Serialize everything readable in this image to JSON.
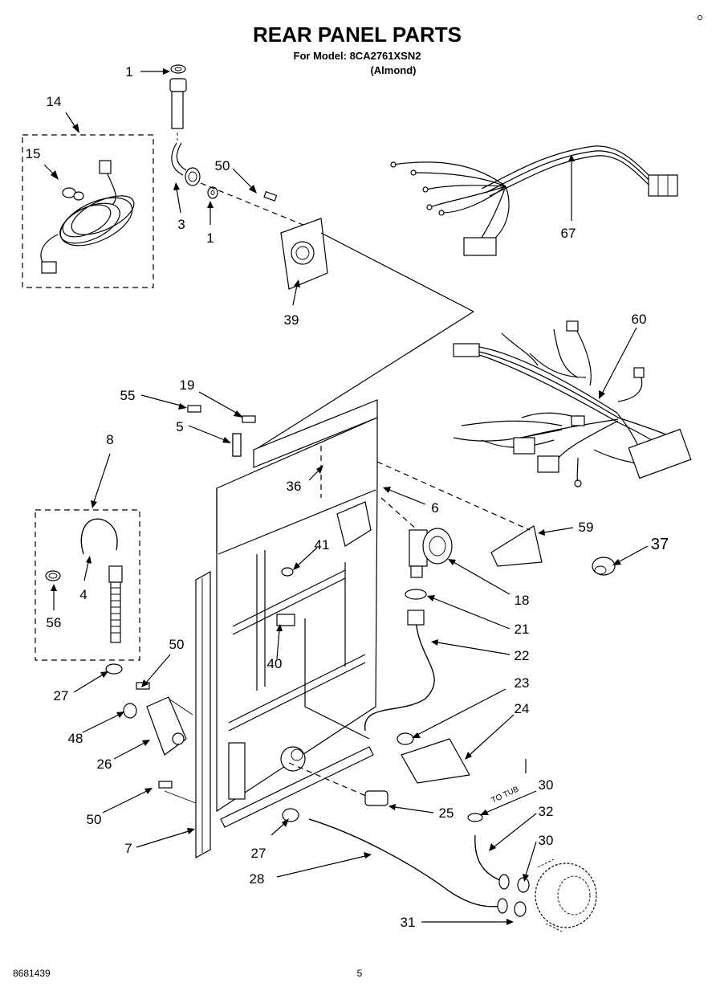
{
  "header": {
    "title": "REAR PANEL PARTS",
    "model_line": "For Model: 8CA2761XSN2",
    "color_line": "(Almond)"
  },
  "callouts": [
    {
      "id": "c-1a",
      "label": "1"
    },
    {
      "id": "c-14",
      "label": "14"
    },
    {
      "id": "c-15",
      "label": "15"
    },
    {
      "id": "c-50a",
      "label": "50"
    },
    {
      "id": "c-3",
      "label": "3"
    },
    {
      "id": "c-1b",
      "label": "1"
    },
    {
      "id": "c-39",
      "label": "39"
    },
    {
      "id": "c-67",
      "label": "67"
    },
    {
      "id": "c-60",
      "label": "60"
    },
    {
      "id": "c-55",
      "label": "55"
    },
    {
      "id": "c-19",
      "label": "19"
    },
    {
      "id": "c-5",
      "label": "5"
    },
    {
      "id": "c-8",
      "label": "8"
    },
    {
      "id": "c-36",
      "label": "36"
    },
    {
      "id": "c-6",
      "label": "6"
    },
    {
      "id": "c-59",
      "label": "59"
    },
    {
      "id": "c-37",
      "label": "37"
    },
    {
      "id": "c-41",
      "label": "41"
    },
    {
      "id": "c-18",
      "label": "18"
    },
    {
      "id": "c-4",
      "label": "4"
    },
    {
      "id": "c-56",
      "label": "56"
    },
    {
      "id": "c-21",
      "label": "21"
    },
    {
      "id": "c-22",
      "label": "22"
    },
    {
      "id": "c-40",
      "label": "40"
    },
    {
      "id": "c-50b",
      "label": "50"
    },
    {
      "id": "c-27a",
      "label": "27"
    },
    {
      "id": "c-23",
      "label": "23"
    },
    {
      "id": "c-24",
      "label": "24"
    },
    {
      "id": "c-48",
      "label": "48"
    },
    {
      "id": "c-26",
      "label": "26"
    },
    {
      "id": "c-30a",
      "label": "30"
    },
    {
      "id": "c-50c",
      "label": "50"
    },
    {
      "id": "c-25",
      "label": "25"
    },
    {
      "id": "c-32",
      "label": "32"
    },
    {
      "id": "c-7",
      "label": "7"
    },
    {
      "id": "c-27b",
      "label": "27"
    },
    {
      "id": "c-30b",
      "label": "30"
    },
    {
      "id": "c-28",
      "label": "28"
    },
    {
      "id": "c-31",
      "label": "31"
    }
  ],
  "annotations": {
    "to_tub": "TO TUB"
  },
  "footer": {
    "doc_number": "8681439",
    "page_number": "5"
  }
}
